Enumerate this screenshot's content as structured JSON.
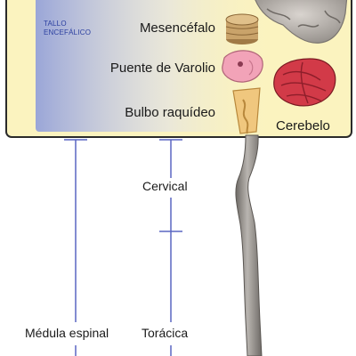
{
  "group_label_line1": "TALLO",
  "group_label_line2": "ENCEFÁLICO",
  "structures": {
    "midbrain": "Mesencéfalo",
    "pons": "Puente de Varolio",
    "medulla": "Bulbo raquídeo",
    "cerebellum": "Cerebelo"
  },
  "spine_labels": {
    "spinal_cord": "Médula espinal",
    "cervical": "Cervical",
    "thoracic": "Torácica"
  },
  "colors": {
    "panel_fill": "#fbf3bf",
    "panel_border": "#2a2a2a",
    "brainstem_box": "#9aa6d8",
    "bracket_line": "#5a66c2",
    "midbrain": "#c9a36a",
    "pons": "#f2a3b8",
    "medulla": "#f0c77e",
    "cerebellum": "#d23a48",
    "cord": "#8e8a86"
  }
}
